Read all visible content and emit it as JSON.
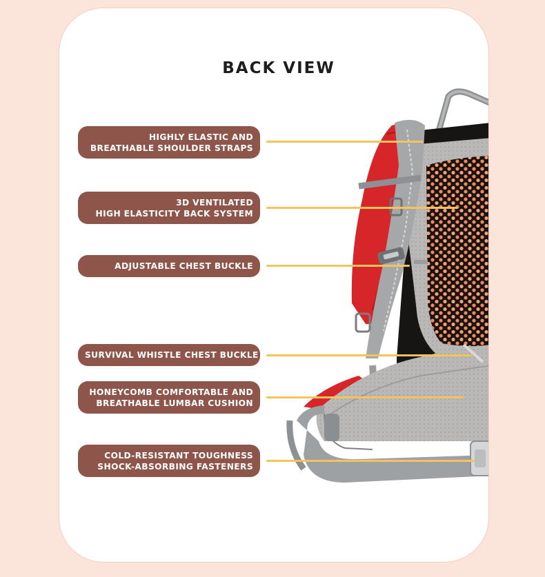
{
  "title": "BACK VIEW",
  "features": [
    {
      "line1": "HIGHLY ELASTIC AND",
      "line2": "BREATHABLE SHOULDER STRAPS"
    },
    {
      "line1": "3D VENTILATED",
      "line2": "HIGH ELASTICITY BACK SYSTEM"
    },
    {
      "line1": "ADJUSTABLE CHEST BUCKLE",
      "line2": ""
    },
    {
      "line1": "SURVIVAL WHISTLE CHEST BUCKLE",
      "line2": ""
    },
    {
      "line1": "HONEYCOMB COMFORTABLE AND",
      "line2": "BREATHABLE LUMBAR CUSHION"
    },
    {
      "line1": "COLD-RESISTANT TOUGHNESS",
      "line2": "SHOCK-ABSORBING FASTENERS"
    }
  ],
  "colors": {
    "background": "#fbe4da",
    "pill": "#8e564a",
    "leader": "#f2c45b",
    "pack_red": "#d7262a",
    "pack_gray": "#9ea1a3",
    "mesh_orange": "#f0895e"
  }
}
